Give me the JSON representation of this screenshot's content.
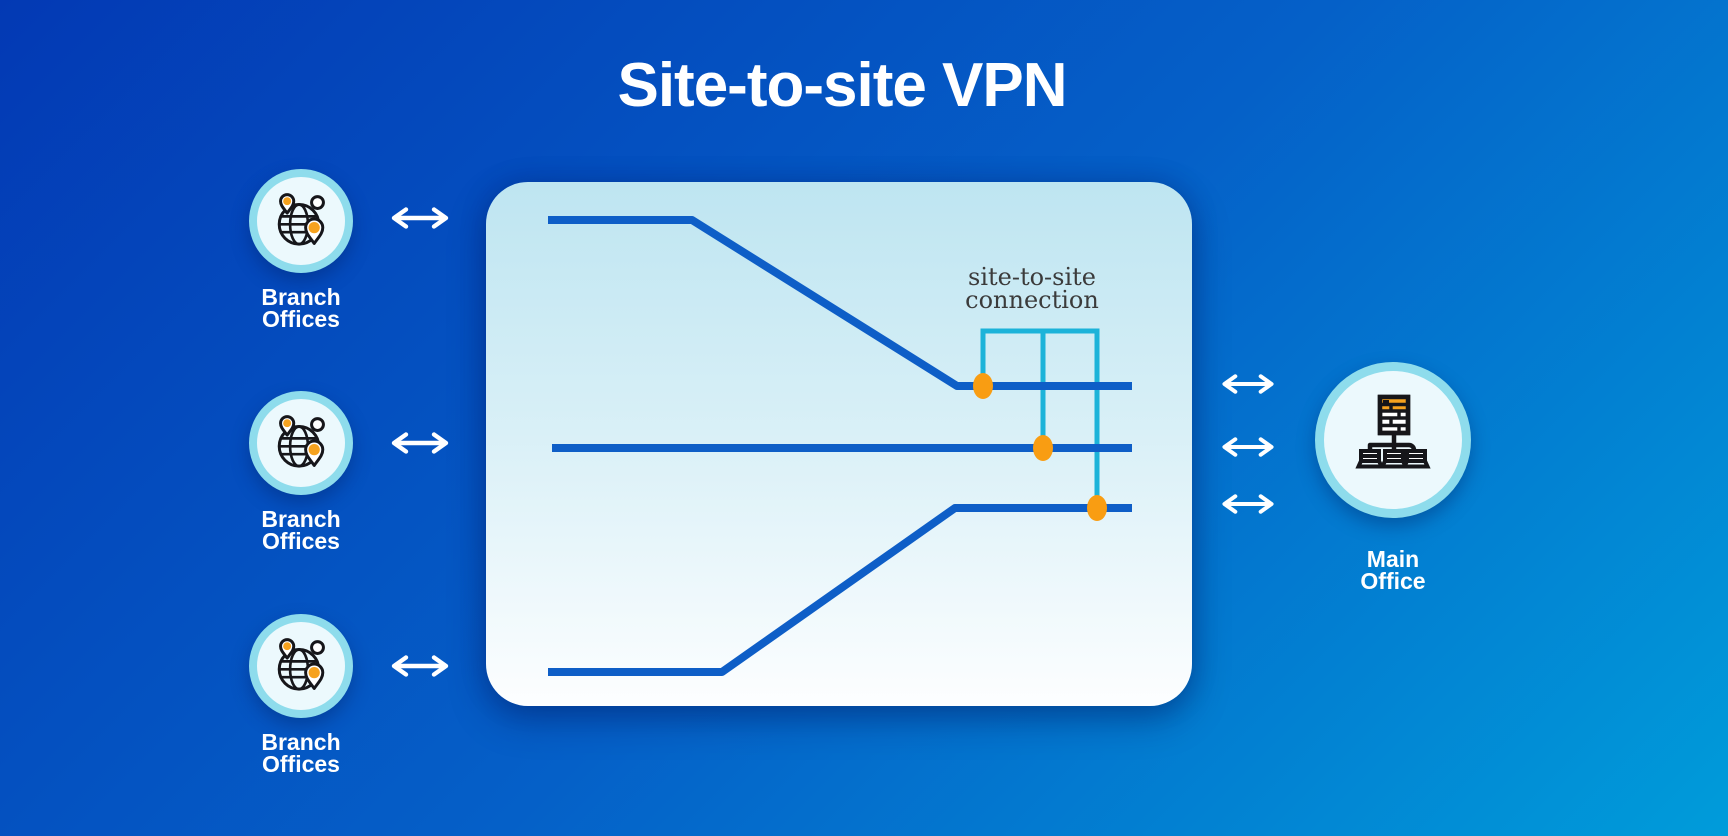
{
  "title": "Site-to-site VPN",
  "panel": {
    "annotation_line1": "site-to-site",
    "annotation_line2": "connection"
  },
  "left_nodes": [
    {
      "label_line1": "Branch",
      "label_line2": "Offices"
    },
    {
      "label_line1": "Branch",
      "label_line2": "Offices"
    },
    {
      "label_line1": "Branch",
      "label_line2": "Offices"
    }
  ],
  "right_node": {
    "label_line1": "Main",
    "label_line2": "Office"
  },
  "icons": {
    "branch": "globe-with-location-pins-icon",
    "main": "office-network-tree-icon",
    "link": "bidirectional-arrow-icon"
  },
  "colors": {
    "background_start": "#0339b4",
    "background_end": "#009cda",
    "panel_top": "#bee5f1",
    "panel_bottom": "#fdfeff",
    "line_blue": "#0e5ec7",
    "connector_cyan": "#1cb3d9",
    "dot_orange": "#f99d12",
    "icon_accent_orange": "#f6a21e",
    "circle_ring": "#8edcec",
    "circle_fill": "#ecf9fd",
    "label_text": "#ffffff",
    "annotation_text": "#3b3b3b"
  }
}
